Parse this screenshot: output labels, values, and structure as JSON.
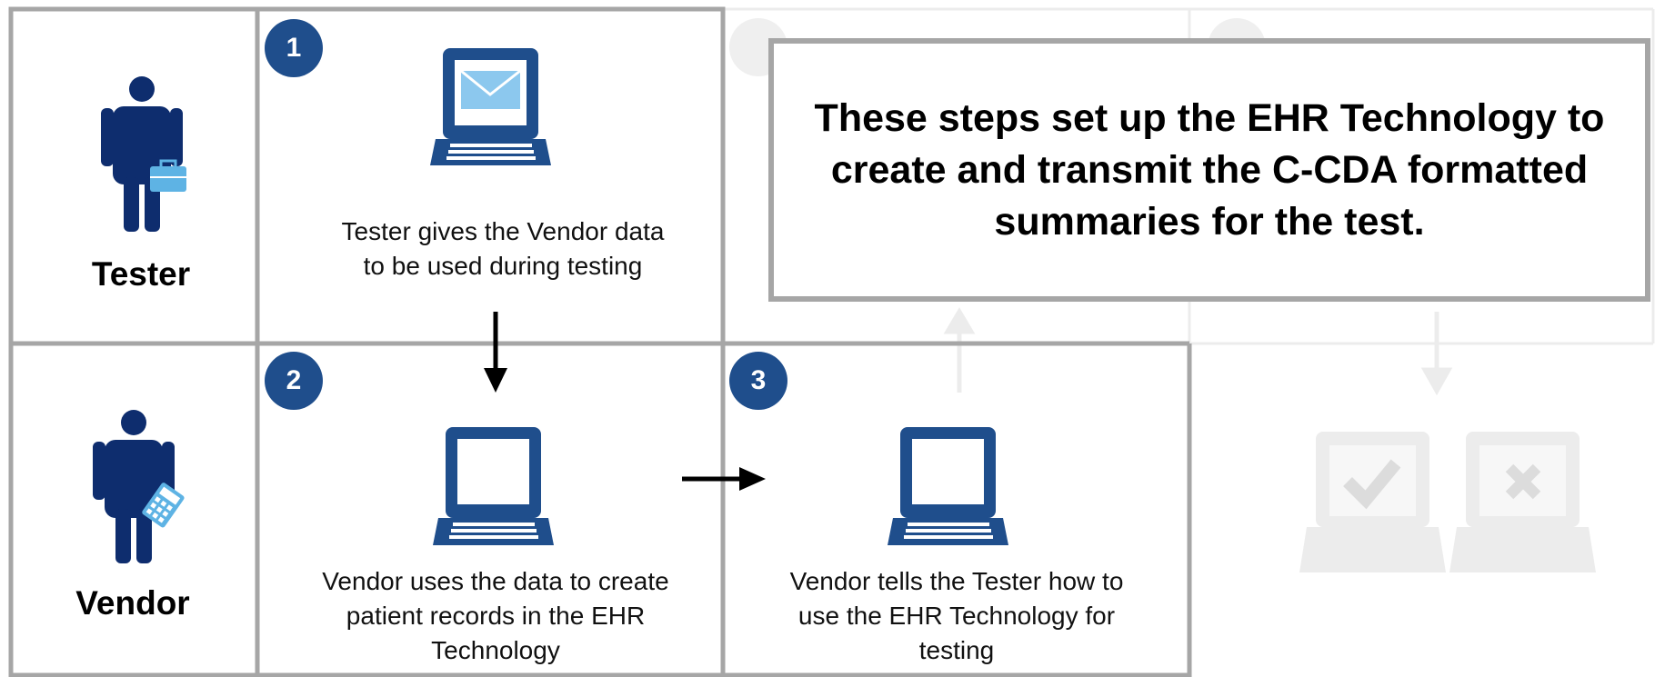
{
  "roles": {
    "tester": "Tester",
    "vendor": "Vendor"
  },
  "steps": [
    {
      "number": "1",
      "text": "Tester gives the Vendor data to be used during testing"
    },
    {
      "number": "2",
      "text": "Vendor uses the data to create patient records in the EHR Technology"
    },
    {
      "number": "3",
      "text": "Vendor tells the Tester how to use the EHR Technology for testing"
    }
  ],
  "callout": {
    "text": "These steps set up the EHR Technology to create and transmit the C-CDA formatted summaries for the test."
  },
  "colors": {
    "primary": "#1f4e8c",
    "accent": "#5eb3e4",
    "frame": "#a6a6a6",
    "faded": "#ececec"
  }
}
